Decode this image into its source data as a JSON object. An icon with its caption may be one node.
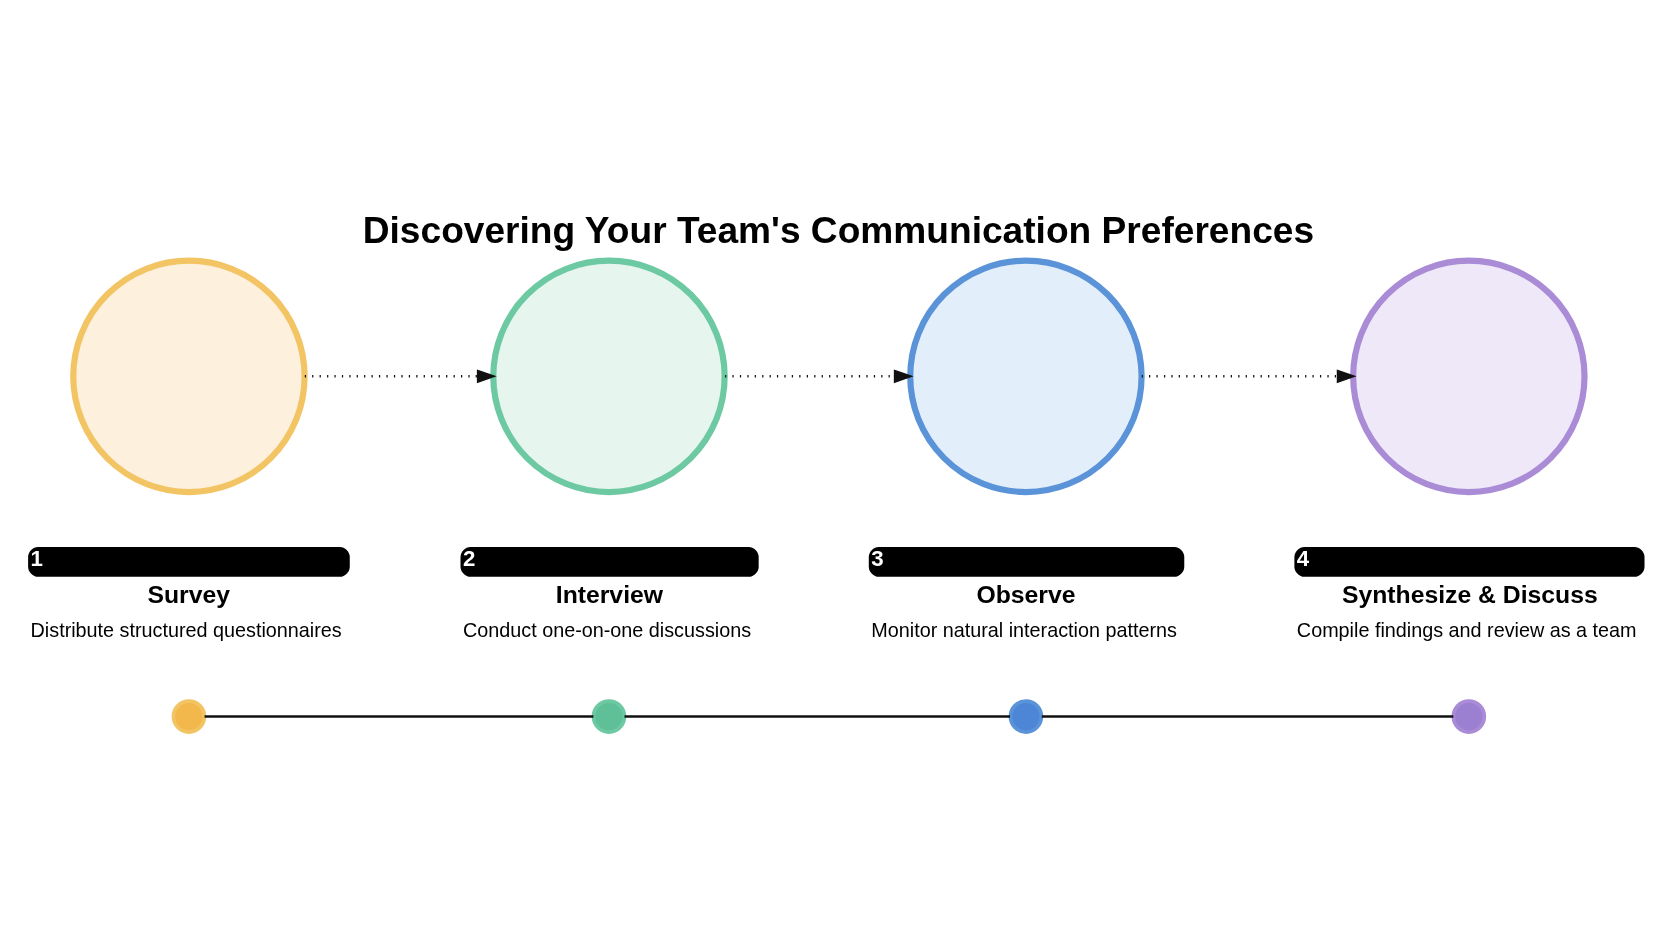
{
  "diagram": {
    "title": "Discovering Your Team's Communication Preferences",
    "nodes": [
      {
        "text": [],
        "shape": "circle",
        "beside": [
          "1",
          "Survey",
          "Distribute structured questionnaires"
        ]
      },
      {
        "text": [],
        "shape": "circle",
        "beside": [
          "2",
          "Interview",
          "Conduct one-on-one discussions"
        ]
      },
      {
        "text": [],
        "shape": "circle",
        "beside": [
          "3",
          "Observe",
          "Monitor natural interaction patterns"
        ]
      },
      {
        "text": [],
        "shape": "circle",
        "beside": [
          "4",
          "Synthesize & Discuss",
          "Compile findings and review as a team"
        ]
      },
      {
        "text": [],
        "shape": "circle"
      },
      {
        "text": [],
        "shape": "circle"
      },
      {
        "text": [],
        "shape": "circle"
      },
      {
        "text": [],
        "shape": "circle"
      }
    ],
    "edges": [
      {
        "from": 0,
        "to": 1,
        "arrow": "to",
        "style": "dashed"
      },
      {
        "from": 1,
        "to": 2,
        "arrow": "to",
        "style": "dashed"
      },
      {
        "from": 2,
        "to": 3,
        "arrow": "to",
        "style": "dashed"
      },
      {
        "from": 4,
        "to": 5,
        "arrow": "none"
      },
      {
        "from": 5,
        "to": 6,
        "arrow": "none"
      },
      {
        "from": 6,
        "to": 7,
        "arrow": "none"
      }
    ]
  }
}
